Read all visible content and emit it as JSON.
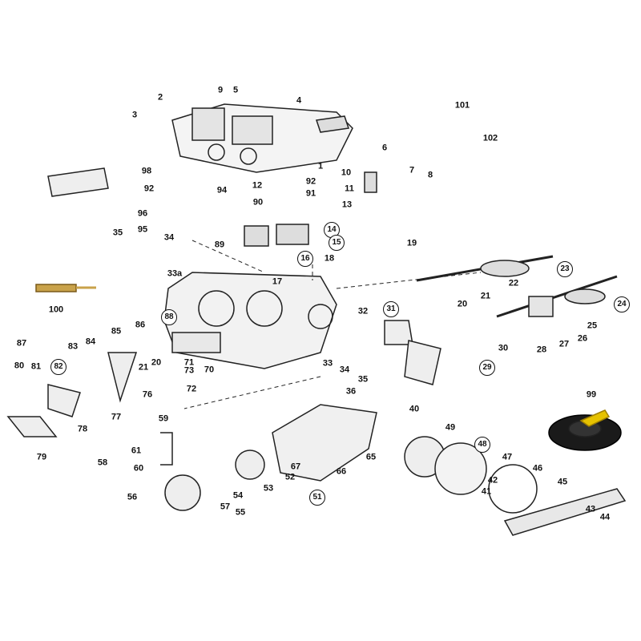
{
  "diagram": {
    "type": "exploded-parts-diagram",
    "subject": "carburettor",
    "part_labels": [
      "2",
      "9",
      "5",
      "4",
      "3",
      "101",
      "6",
      "102",
      "1",
      "98",
      "10",
      "7",
      "8",
      "12",
      "92",
      "94",
      "92",
      "91",
      "13",
      "11",
      "90",
      "96",
      "35",
      "34",
      "95",
      "89",
      "14",
      "15",
      "19",
      "16",
      "18",
      "33a",
      "17",
      "23",
      "22",
      "24",
      "21",
      "100",
      "20",
      "88",
      "32",
      "31",
      "25",
      "26",
      "28",
      "27",
      "30",
      "87",
      "85",
      "86",
      "84",
      "83",
      "21",
      "20",
      "71",
      "73",
      "70",
      "33",
      "34",
      "35",
      "29",
      "80",
      "81",
      "82",
      "72",
      "76",
      "36",
      "77",
      "78",
      "40",
      "59",
      "49",
      "99",
      "79",
      "48",
      "61",
      "58",
      "47",
      "67",
      "52",
      "66",
      "65",
      "46",
      "60",
      "45",
      "53",
      "42",
      "41",
      "54",
      "51",
      "56",
      "57",
      "55",
      "43",
      "44"
    ]
  }
}
